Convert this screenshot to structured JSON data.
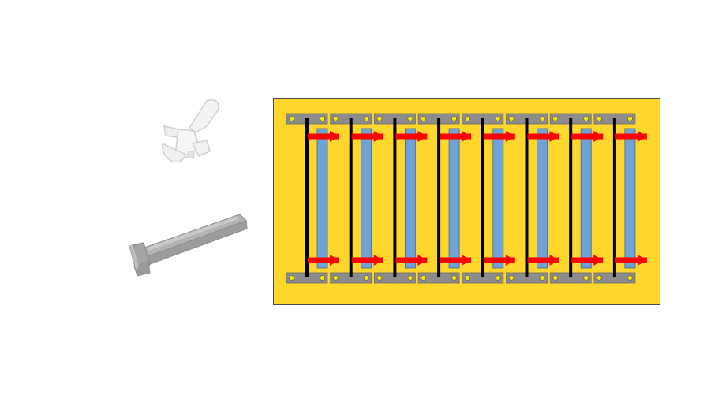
{
  "parts": [
    {
      "name": "pcb-support-clip",
      "color": "#f2f2f2"
    },
    {
      "name": "card-guide-rail",
      "color": "#a8a8a8"
    }
  ],
  "board": {
    "background_color": "#ffd62b",
    "border_color": "#4a4a4a",
    "slot_count": 8,
    "arrows_per_slot": 2,
    "colors": {
      "holder_bar": "#8c8c8c",
      "hole": "#f4e600",
      "wire": "#000000",
      "card": "#6fa2d6",
      "arrow": "#ff0000"
    }
  }
}
